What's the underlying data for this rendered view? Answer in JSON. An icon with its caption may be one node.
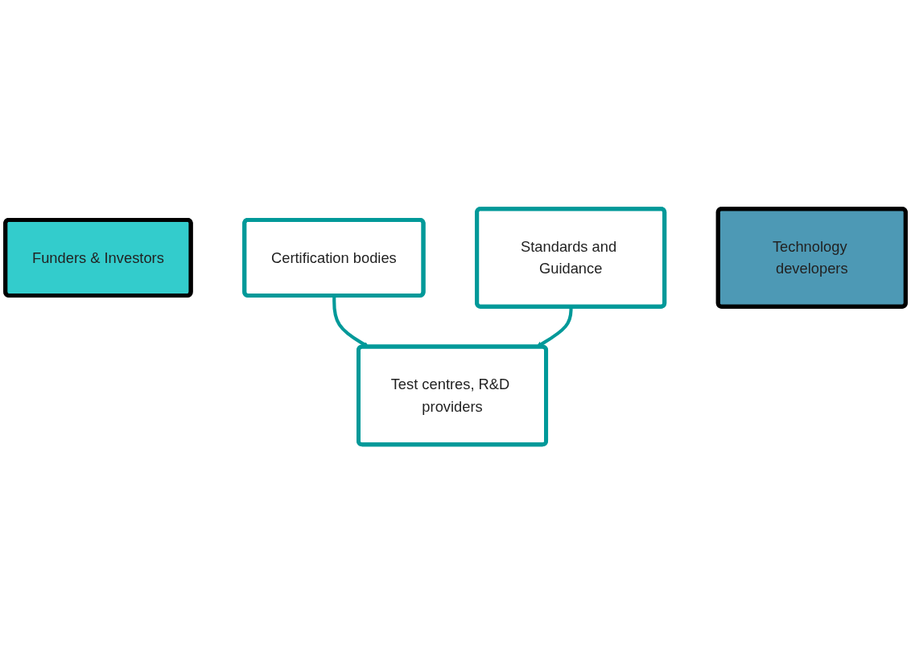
{
  "diagram": {
    "nodes": [
      {
        "text": [
          "Funders & Investors"
        ]
      },
      {
        "text": [
          "Certification bodies"
        ]
      },
      {
        "text": [
          "Test centres, R&D providers"
        ]
      },
      {
        "text": [
          "Standards and Guidance"
        ]
      },
      {
        "text": [
          "Technology developers"
        ]
      }
    ],
    "edges": [
      {
        "from": 1,
        "to": 2,
        "arrow": "to"
      },
      {
        "from": 3,
        "to": 2,
        "arrow": "to"
      }
    ]
  }
}
